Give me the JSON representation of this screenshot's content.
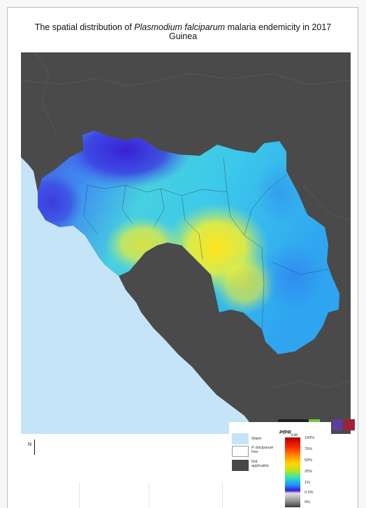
{
  "title": {
    "line1_pre": "The spatial distribution of ",
    "line1_species": "Plasmodium falciparum",
    "line1_post": " malaria endemicity in 2017",
    "line2": "Guinea"
  },
  "north_label": "N",
  "legend": {
    "water_label": "Water",
    "free_label_italic": "P. falciparum",
    "free_label_rest": "free",
    "na_label_1": "Not",
    "na_label_2": "applicable",
    "scale_title_main": "PfPR",
    "scale_title_sub": "2-10",
    "ticks": [
      "100%",
      "75%",
      "50%",
      "25%",
      "1%",
      "0.5%",
      "0%"
    ]
  },
  "colors": {
    "water": "#c6e4f7",
    "not_applicable": "#474747",
    "low_prevalence": "#3a1fd6",
    "mid_prevalence": "#2ee0c0",
    "high_prevalence": "#ffd700"
  }
}
